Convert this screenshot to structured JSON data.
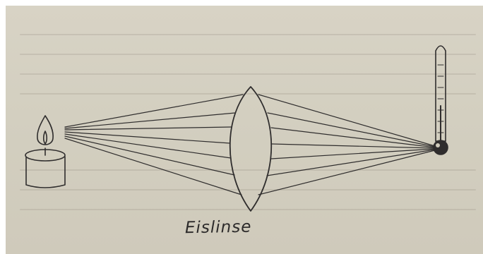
{
  "diagram": {
    "caption": "Eislinse",
    "parts": {
      "candle": "candle-drawing",
      "lens": "ice-lens-drawing",
      "thermometer": "thermometer-drawing"
    },
    "colors": {
      "paper": "#d5d0c1",
      "ink": "#2f2d2d"
    }
  }
}
